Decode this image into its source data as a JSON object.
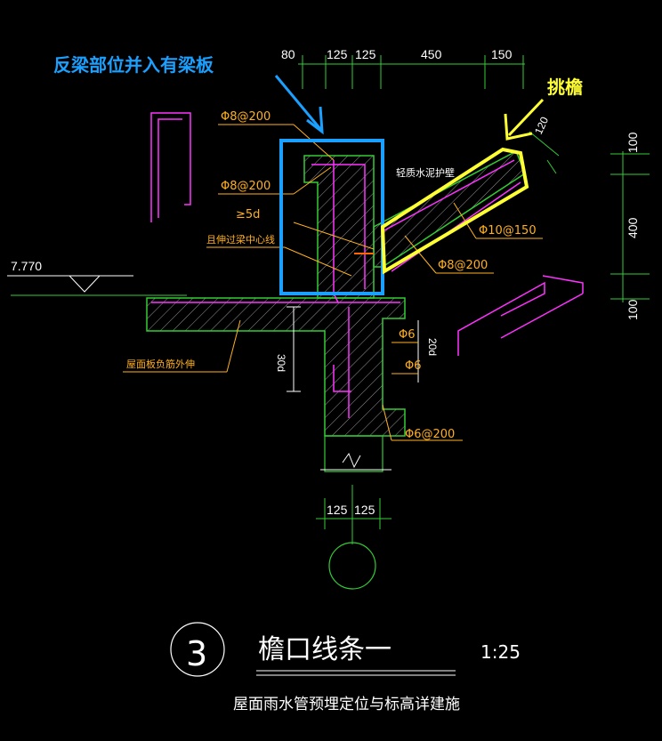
{
  "callouts": {
    "upturned_beam_note": "反梁部位并入有梁板",
    "eave_note": "挑檐"
  },
  "dimensions": {
    "top": [
      "80",
      "125",
      "125",
      "450",
      "150"
    ],
    "right": [
      "100",
      "400",
      "100"
    ],
    "bottom": [
      "125",
      "125"
    ],
    "slope": "120",
    "lap": "30d",
    "lap2": "20d"
  },
  "elevation": "7.770",
  "rebar_labels": {
    "top_a": "Φ8@200",
    "top_b": "Φ8@200",
    "anchor": "≥5d",
    "anchor_note": "且伸过梁中心线",
    "eave_main": "Φ10@150",
    "eave_dist": "Φ8@200",
    "phi6_a": "Φ6",
    "phi6_b": "Φ6",
    "phi6_c": "Φ6@200",
    "slab_note": "屋面板负筋外伸",
    "mortar_note": "轻质水泥护壁"
  },
  "title_block": {
    "number": "3",
    "title": "檐口线条一",
    "scale": "1:25",
    "subtitle": "屋面雨水管预埋定位与标高详建施"
  },
  "colors": {
    "background": "#000000",
    "concrete_outline": "#33cc33",
    "annotation": "#ffb020",
    "rebar": "#ff33ff",
    "callout_blue": "#1aa0ff",
    "callout_yellow": "#ffff33"
  }
}
